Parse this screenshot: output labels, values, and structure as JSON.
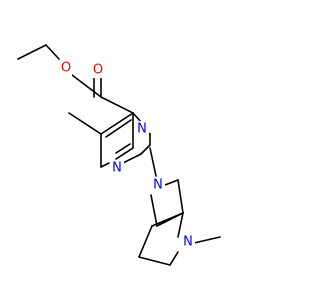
{
  "structure": {
    "atoms": [
      {
        "label": "O",
        "color": "#ff0000"
      },
      {
        "label": "O",
        "color": "#ff0000"
      },
      {
        "label": "N",
        "color": "#0000ff"
      },
      {
        "label": "N",
        "color": "#0000ff"
      },
      {
        "label": "N",
        "color": "#0000ff"
      },
      {
        "label": "N",
        "color": "#0000ff"
      }
    ]
  }
}
